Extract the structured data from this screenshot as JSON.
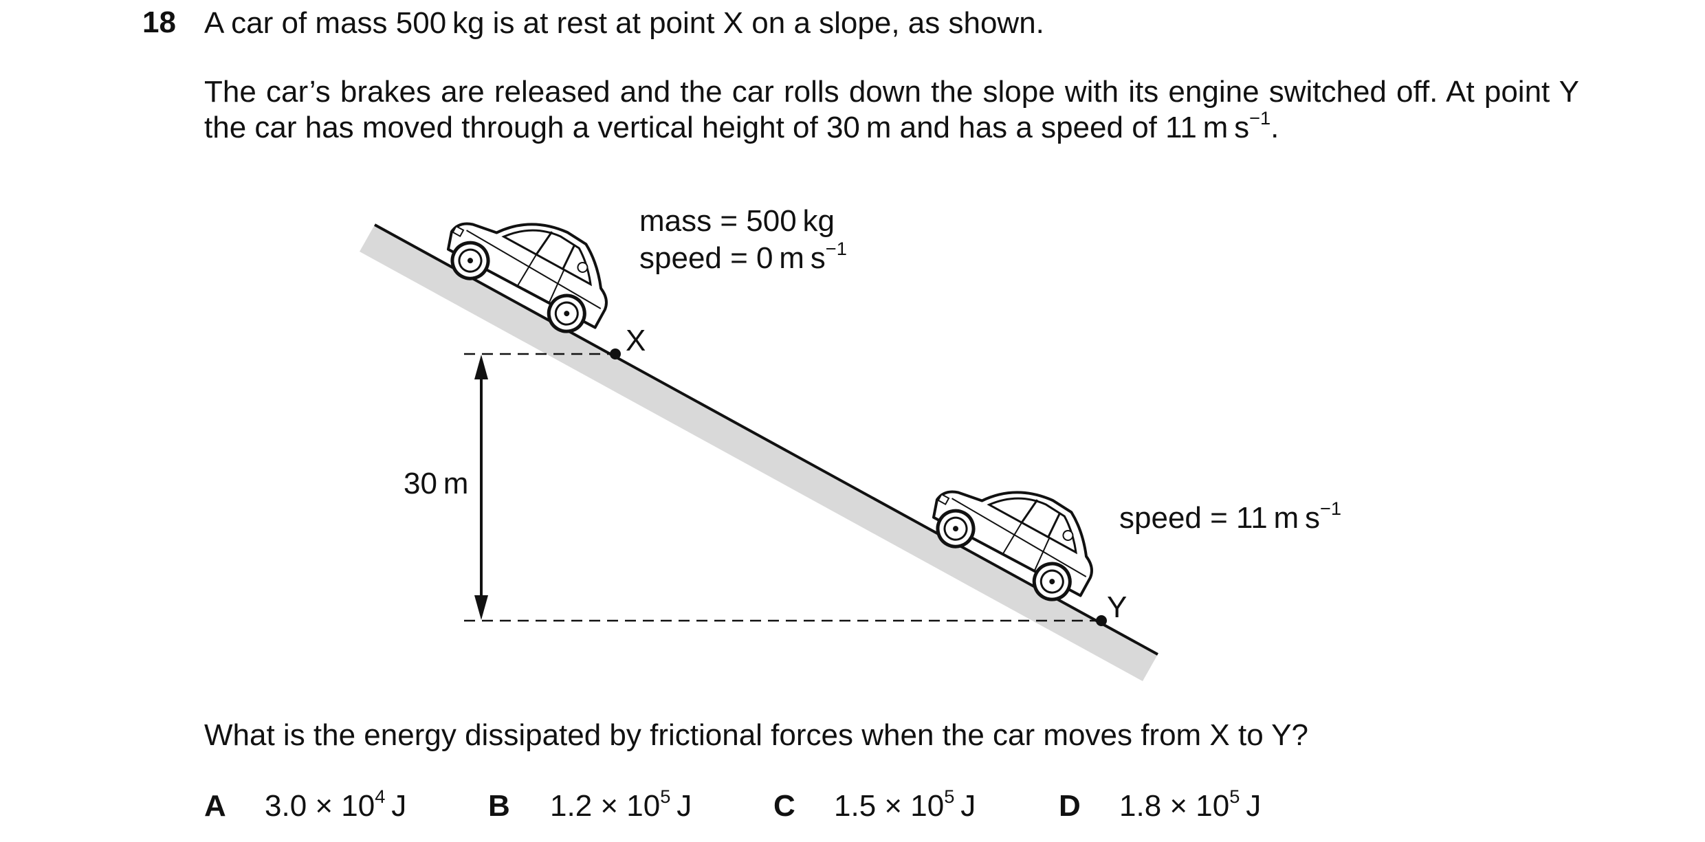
{
  "question": {
    "number": "18",
    "line1": "A car of mass 500 kg is at rest at point X on a slope, as shown.",
    "para_part1": "The car’s brakes are released and the car rolls down the slope with its engine switched off. At point Y the car has moved through a vertical height of 30 m and has a speed of 11 m s",
    "para_sup": "−1",
    "para_end": ".",
    "prompt": "What is the energy dissipated by frictional forces when the car moves from X to Y?"
  },
  "diagram": {
    "label_mass": "mass = 500 kg",
    "label_speed_x": "speed = 0 m s",
    "label_speed_x_sup": "−1",
    "label_speed_y": "speed = 11 m s",
    "label_speed_y_sup": "−1",
    "point_x": "X",
    "point_y": "Y",
    "height": "30 m",
    "icons": [
      "car-icon",
      "car-icon"
    ]
  },
  "options": [
    {
      "letter": "A",
      "mantissa": "3.0 × 10",
      "exp": "4",
      "unit": " J"
    },
    {
      "letter": "B",
      "mantissa": "1.2 × 10",
      "exp": "5",
      "unit": " J"
    },
    {
      "letter": "C",
      "mantissa": "1.5 × 10",
      "exp": "5",
      "unit": " J"
    },
    {
      "letter": "D",
      "mantissa": "1.8 × 10",
      "exp": "5",
      "unit": " J"
    }
  ]
}
